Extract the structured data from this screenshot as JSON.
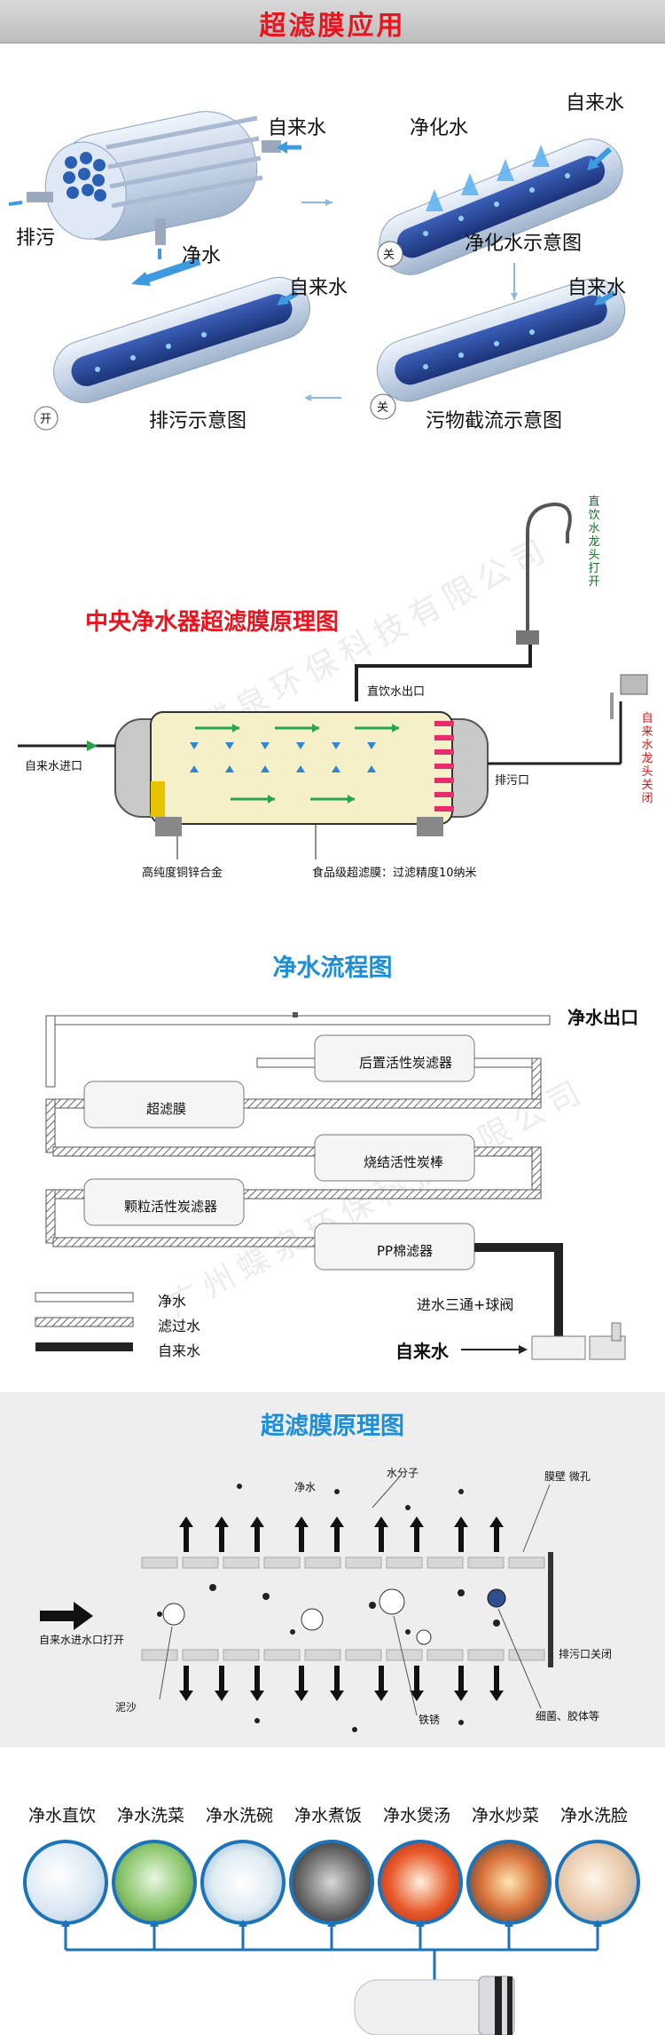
{
  "header": {
    "title": "超滤膜应用"
  },
  "section1": {
    "top_left": {
      "tap_water": "自来水",
      "drain": "排污",
      "clean_water": "净水"
    },
    "top_right": {
      "purified": "净化水",
      "tap_water": "自来水",
      "caption": "净化水示意图",
      "valve": "关"
    },
    "bottom_left": {
      "tap_water": "自来水",
      "caption": "排污示意图",
      "valve": "开"
    },
    "bottom_right": {
      "tap_water": "自来水",
      "caption": "污物截流示意图",
      "valve": "关"
    }
  },
  "central": {
    "title": "中央净水器超滤膜原理图",
    "faucet_open": "直饮水龙头打开",
    "faucet_closed": "自来水龙头关闭",
    "outlet": "直饮水出口",
    "inlet": "自来水进口",
    "drain": "排污口",
    "alloy": "高纯度铜锌合金",
    "membrane": "食品级超滤膜：过滤精度10纳米"
  },
  "watermark": "广州蝶泉环保科技有限公司",
  "flow": {
    "title": "净水流程图",
    "outlet": "净水出口",
    "filters": [
      "后置活性炭滤器",
      "超滤膜",
      "烧结活性炭棒",
      "颗粒活性炭滤器",
      "PP棉滤器"
    ],
    "legend": [
      "净水",
      "滤过水",
      "自来水"
    ],
    "valve": "进水三通+球阀",
    "tap_water": "自来水"
  },
  "principle": {
    "title": "超滤膜原理图",
    "clean_water": "净水",
    "water_molecule": "水分子",
    "membrane_pore": "膜壁 微孔",
    "inlet_open": "自来水进水口打开",
    "drain_closed": "排污口关闭",
    "mud": "泥沙",
    "rust": "铁锈",
    "bacteria": "细菌、胶体等"
  },
  "uses": {
    "items": [
      "净水直饮",
      "净水洗菜",
      "净水洗碗",
      "净水煮饭",
      "净水煲汤",
      "净水炒菜",
      "净水洗脸"
    ]
  },
  "colors": {
    "accent_red": "#e8151e",
    "accent_blue": "#1d8fd9",
    "ring_blue": "#1b73b9"
  }
}
